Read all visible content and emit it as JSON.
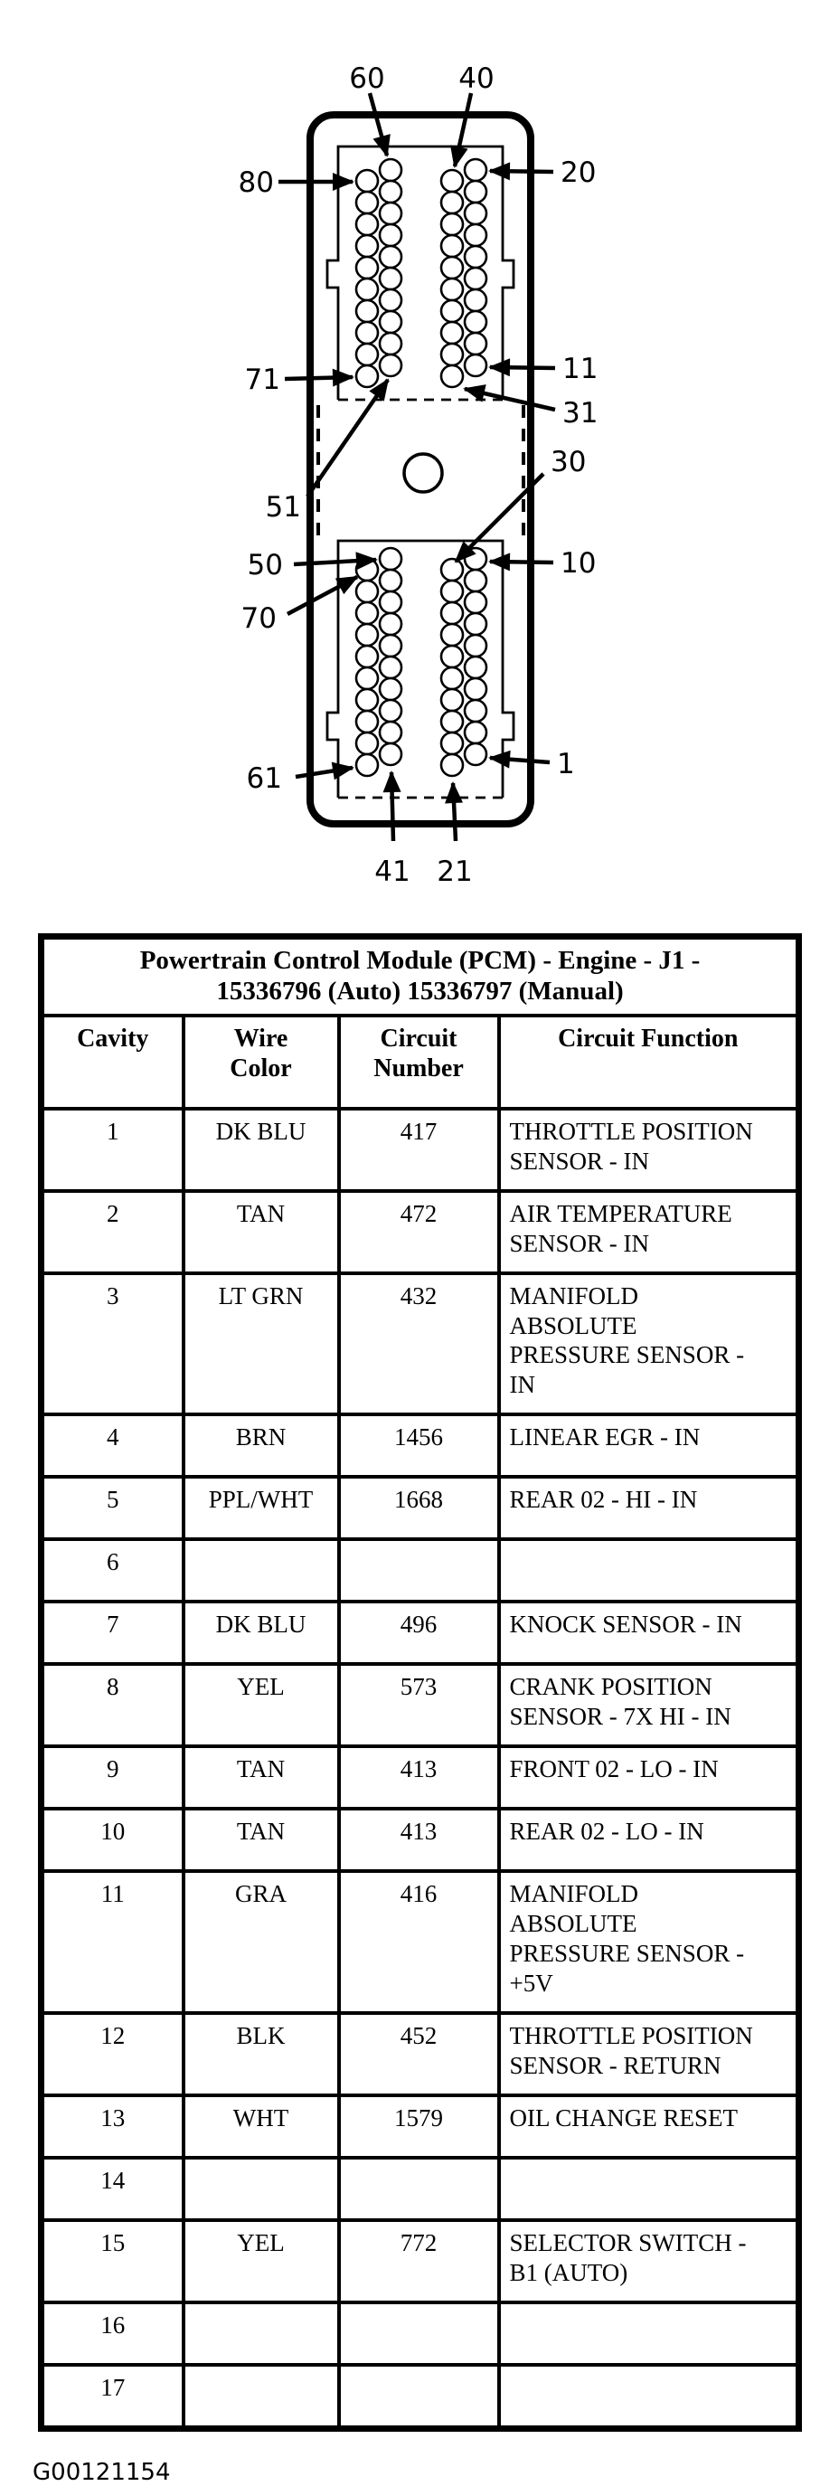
{
  "connector": {
    "description": "PCM J1 80-pin connector face view",
    "labels": {
      "p60": "60",
      "p40": "40",
      "p80": "80",
      "p20": "20",
      "p71": "71",
      "p11": "11",
      "p31": "31",
      "p51": "51",
      "p30": "30",
      "p50": "50",
      "p70": "70",
      "p10": "10",
      "p61": "61",
      "p1": "1",
      "p41": "41",
      "p21": "21"
    }
  },
  "table": {
    "title_line1": "Powertrain Control Module (PCM) - Engine - J1 -",
    "title_line2": "15336796 (Auto) 15336797 (Manual)",
    "headers": [
      "Cavity",
      "Wire\nColor",
      "Circuit\nNumber",
      "Circuit Function"
    ],
    "rows": [
      {
        "cavity": "1",
        "wire_color": "DK BLU",
        "circuit_number": "417",
        "circuit_function": "THROTTLE POSITION\nSENSOR - IN"
      },
      {
        "cavity": "2",
        "wire_color": "TAN",
        "circuit_number": "472",
        "circuit_function": "AIR TEMPERATURE\nSENSOR - IN"
      },
      {
        "cavity": "3",
        "wire_color": "LT GRN",
        "circuit_number": "432",
        "circuit_function": "MANIFOLD\nABSOLUTE\nPRESSURE SENSOR -\nIN"
      },
      {
        "cavity": "4",
        "wire_color": "BRN",
        "circuit_number": "1456",
        "circuit_function": "LINEAR EGR - IN"
      },
      {
        "cavity": "5",
        "wire_color": "PPL/WHT",
        "circuit_number": "1668",
        "circuit_function": "REAR 02 - HI - IN"
      },
      {
        "cavity": "6",
        "wire_color": "",
        "circuit_number": "",
        "circuit_function": ""
      },
      {
        "cavity": "7",
        "wire_color": "DK BLU",
        "circuit_number": "496",
        "circuit_function": "KNOCK SENSOR - IN"
      },
      {
        "cavity": "8",
        "wire_color": "YEL",
        "circuit_number": "573",
        "circuit_function": "CRANK POSITION\nSENSOR - 7X HI - IN"
      },
      {
        "cavity": "9",
        "wire_color": "TAN",
        "circuit_number": "413",
        "circuit_function": "FRONT 02 - LO - IN"
      },
      {
        "cavity": "10",
        "wire_color": "TAN",
        "circuit_number": "413",
        "circuit_function": "REAR 02 - LO - IN"
      },
      {
        "cavity": "11",
        "wire_color": "GRA",
        "circuit_number": "416",
        "circuit_function": "MANIFOLD\nABSOLUTE\nPRESSURE SENSOR -\n+5V"
      },
      {
        "cavity": "12",
        "wire_color": "BLK",
        "circuit_number": "452",
        "circuit_function": "THROTTLE POSITION\nSENSOR - RETURN"
      },
      {
        "cavity": "13",
        "wire_color": "WHT",
        "circuit_number": "1579",
        "circuit_function": "OIL CHANGE RESET"
      },
      {
        "cavity": "14",
        "wire_color": "",
        "circuit_number": "",
        "circuit_function": ""
      },
      {
        "cavity": "15",
        "wire_color": "YEL",
        "circuit_number": "772",
        "circuit_function": "SELECTOR SWITCH -\nB1 (AUTO)"
      },
      {
        "cavity": "16",
        "wire_color": "",
        "circuit_number": "",
        "circuit_function": ""
      },
      {
        "cavity": "17",
        "wire_color": "",
        "circuit_number": "",
        "circuit_function": ""
      }
    ]
  },
  "footer": {
    "figure_id": "G00121154"
  }
}
